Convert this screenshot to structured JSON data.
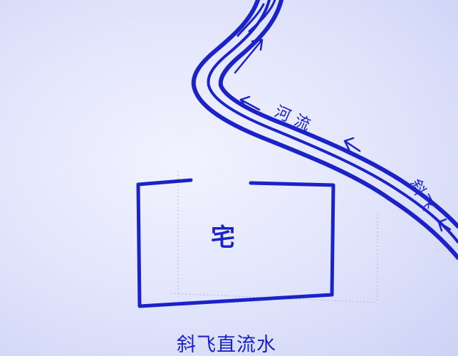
{
  "labels": {
    "house": "宅",
    "river": "河流",
    "slant": "斜飞",
    "caption": "斜飞直流水"
  },
  "colors": {
    "ink": "#1a22c8",
    "paper": "#e4e7fc"
  }
}
